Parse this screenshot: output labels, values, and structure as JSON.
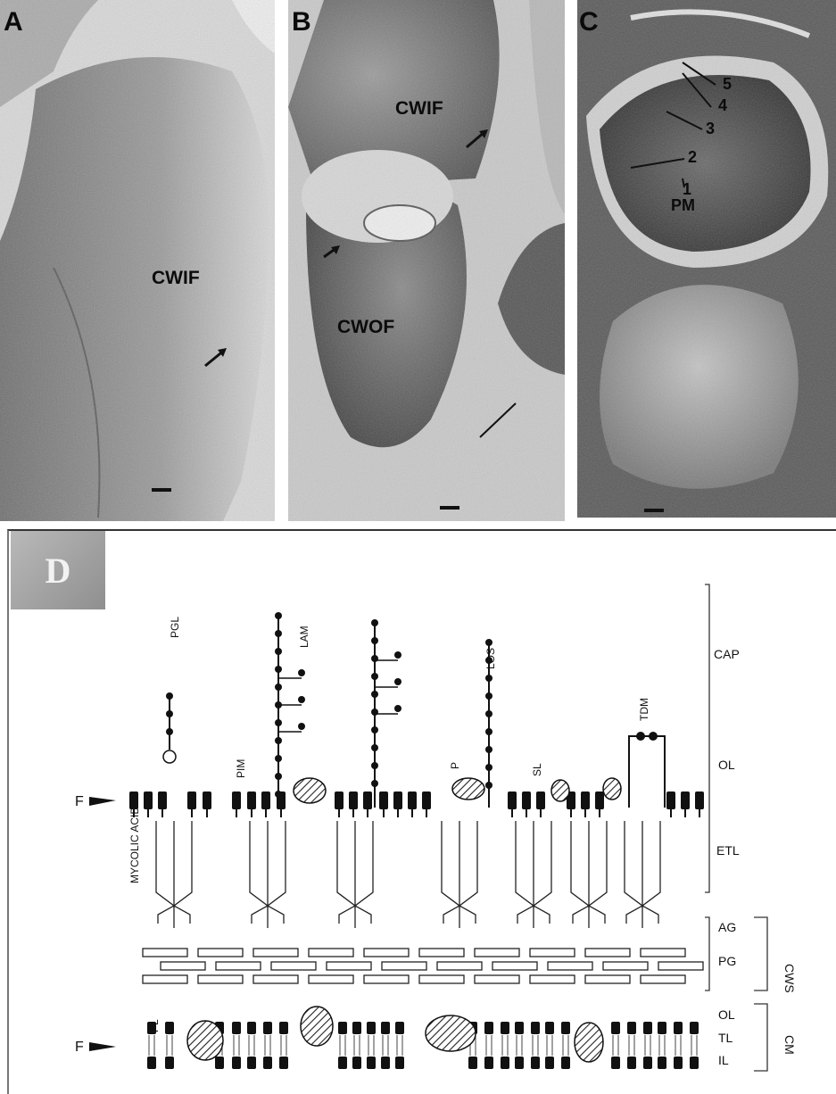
{
  "micrographs": {
    "a": {
      "label": "A",
      "features": [
        "CWIF"
      ]
    },
    "b": {
      "label": "B",
      "features": [
        "CWIF",
        "CWOF"
      ]
    },
    "c": {
      "label": "C",
      "numbers": [
        "5",
        "4",
        "3",
        "2",
        "1"
      ],
      "extra": "PM"
    }
  },
  "diagram": {
    "label": "D",
    "molecules": [
      "PGL",
      "PIM",
      "LAM",
      "LOS",
      "P",
      "SL",
      "TDM",
      "MYCOLIC ACID",
      "PL"
    ],
    "layers": [
      "CAP",
      "OL",
      "ETL",
      "AG",
      "PG",
      "OL",
      "TL",
      "IL"
    ],
    "groups": [
      "CWS",
      "CM"
    ],
    "fracture_marker": "F"
  }
}
